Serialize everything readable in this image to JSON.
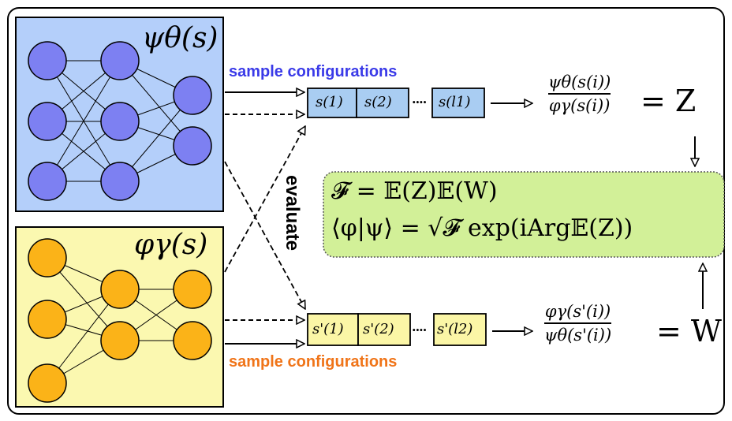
{
  "networks": {
    "psi_label": "ψθ(s)",
    "phi_label": "φγ(s)"
  },
  "labels": {
    "sample_top": "sample configurations",
    "sample_bottom": "sample configurations",
    "evaluate": "evaluate"
  },
  "top_cells": [
    "s(1)",
    "s(2)",
    "s(l1)"
  ],
  "bottom_cells": [
    "s'(1)",
    "s'(2)",
    "s'(l2)"
  ],
  "dots": "····",
  "ratio_Z": {
    "numerator": "ψθ(s(i))",
    "denominator": "φγ(s(i))",
    "result": "= Z"
  },
  "ratio_W": {
    "numerator": "φγ(s'(i))",
    "denominator": "ψθ(s'(i))",
    "result": "= W"
  },
  "fidelity": {
    "line1": "𝓕 = 𝔼(Z)𝔼(W)",
    "line2": "⟨φ|ψ⟩ = √𝓕 exp(iArg𝔼(Z))"
  },
  "colors": {
    "psi_panel": "#b4cffa",
    "psi_node": "#7d80f2",
    "phi_panel": "#fbf8b0",
    "phi_node": "#fbb318",
    "formula_box": "#d2f098",
    "top_cell": "#a9cdf2",
    "bottom_cell": "#fbf6a6",
    "sample_top_text": "#3a3ae8",
    "sample_bottom_text": "#f07418"
  }
}
